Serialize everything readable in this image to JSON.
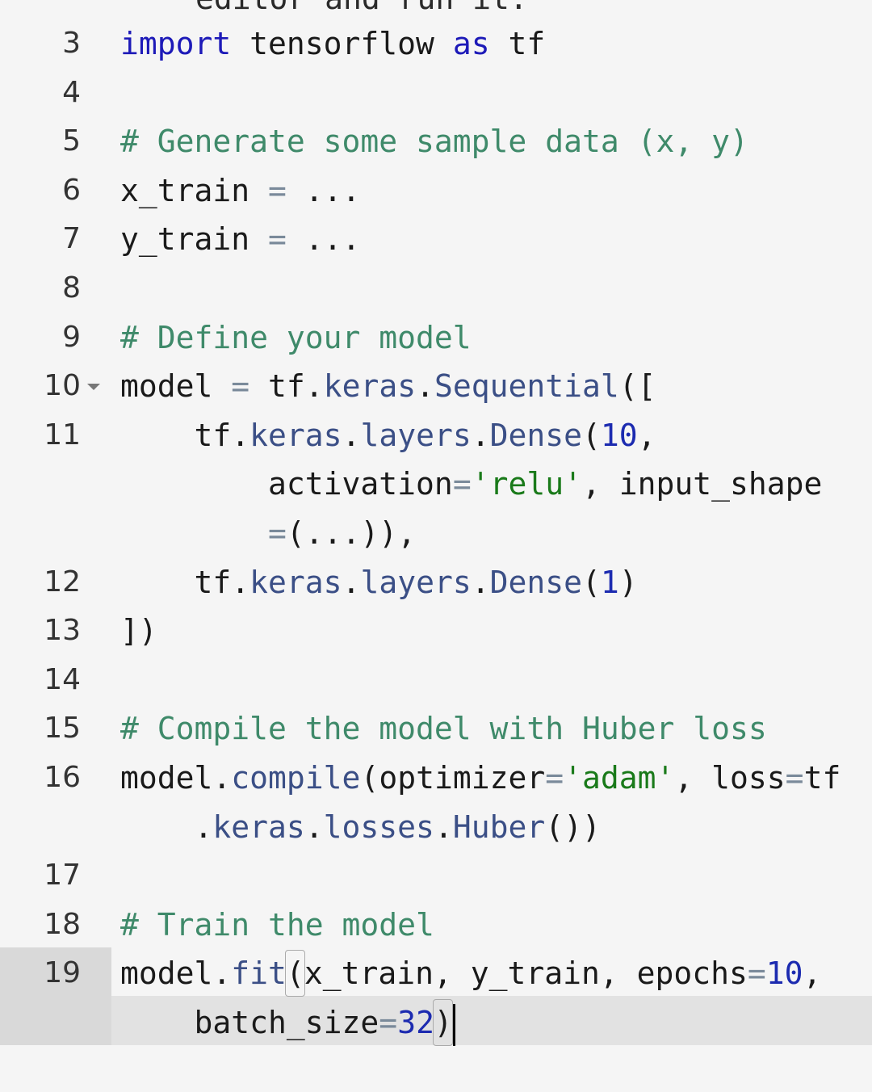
{
  "editor": {
    "clipped_top_text": "editor and run it.",
    "lines": [
      {
        "num": "3",
        "tokens": [
          {
            "t": "import",
            "c": "kw"
          },
          {
            "t": " tensorflow ",
            "c": ""
          },
          {
            "t": "as",
            "c": "kw"
          },
          {
            "t": " tf",
            "c": ""
          }
        ]
      },
      {
        "num": "4",
        "tokens": []
      },
      {
        "num": "5",
        "tokens": [
          {
            "t": "# Generate some sample data (x, y)",
            "c": "cm"
          }
        ]
      },
      {
        "num": "6",
        "tokens": [
          {
            "t": "x_train ",
            "c": ""
          },
          {
            "t": "=",
            "c": "op"
          },
          {
            "t": " ...",
            "c": ""
          }
        ]
      },
      {
        "num": "7",
        "tokens": [
          {
            "t": "y_train ",
            "c": ""
          },
          {
            "t": "=",
            "c": "op"
          },
          {
            "t": " ...",
            "c": ""
          }
        ]
      },
      {
        "num": "8",
        "tokens": []
      },
      {
        "num": "9",
        "tokens": [
          {
            "t": "# Define your model",
            "c": "cm"
          }
        ]
      },
      {
        "num": "10",
        "fold": true,
        "tokens": [
          {
            "t": "model ",
            "c": ""
          },
          {
            "t": "=",
            "c": "op"
          },
          {
            "t": " tf.",
            "c": ""
          },
          {
            "t": "keras",
            "c": "attr"
          },
          {
            "t": ".",
            "c": ""
          },
          {
            "t": "Sequential",
            "c": "attr"
          },
          {
            "t": "([",
            "c": ""
          }
        ]
      },
      {
        "num": "11",
        "tokens": [
          {
            "t": "    tf.",
            "c": ""
          },
          {
            "t": "keras",
            "c": "attr"
          },
          {
            "t": ".",
            "c": ""
          },
          {
            "t": "layers",
            "c": "attr"
          },
          {
            "t": ".",
            "c": ""
          },
          {
            "t": "Dense",
            "c": "attr"
          },
          {
            "t": "(",
            "c": ""
          },
          {
            "t": "10",
            "c": "num"
          },
          {
            "t": ",",
            "c": ""
          }
        ]
      },
      {
        "num": "",
        "tokens": [
          {
            "t": "        activation",
            "c": ""
          },
          {
            "t": "=",
            "c": "op"
          },
          {
            "t": "'relu'",
            "c": "str"
          },
          {
            "t": ", input_shape",
            "c": ""
          }
        ]
      },
      {
        "num": "",
        "tokens": [
          {
            "t": "        ",
            "c": ""
          },
          {
            "t": "=",
            "c": "op"
          },
          {
            "t": "(...)),",
            "c": ""
          }
        ]
      },
      {
        "num": "12",
        "tokens": [
          {
            "t": "    tf.",
            "c": ""
          },
          {
            "t": "keras",
            "c": "attr"
          },
          {
            "t": ".",
            "c": ""
          },
          {
            "t": "layers",
            "c": "attr"
          },
          {
            "t": ".",
            "c": ""
          },
          {
            "t": "Dense",
            "c": "attr"
          },
          {
            "t": "(",
            "c": ""
          },
          {
            "t": "1",
            "c": "num"
          },
          {
            "t": ")",
            "c": ""
          }
        ]
      },
      {
        "num": "13",
        "tokens": [
          {
            "t": "])",
            "c": ""
          }
        ]
      },
      {
        "num": "14",
        "tokens": []
      },
      {
        "num": "15",
        "tokens": [
          {
            "t": "# Compile the model with Huber loss",
            "c": "cm"
          }
        ]
      },
      {
        "num": "16",
        "tokens": [
          {
            "t": "model.",
            "c": ""
          },
          {
            "t": "compile",
            "c": "attr"
          },
          {
            "t": "(optimizer",
            "c": ""
          },
          {
            "t": "=",
            "c": "op"
          },
          {
            "t": "'adam'",
            "c": "str"
          },
          {
            "t": ", loss",
            "c": ""
          },
          {
            "t": "=",
            "c": "op"
          },
          {
            "t": "tf",
            "c": ""
          }
        ]
      },
      {
        "num": "",
        "tokens": [
          {
            "t": "    .",
            "c": ""
          },
          {
            "t": "keras",
            "c": "attr"
          },
          {
            "t": ".",
            "c": ""
          },
          {
            "t": "losses",
            "c": "attr"
          },
          {
            "t": ".",
            "c": ""
          },
          {
            "t": "Huber",
            "c": "attr"
          },
          {
            "t": "())",
            "c": ""
          }
        ]
      },
      {
        "num": "17",
        "tokens": []
      },
      {
        "num": "18",
        "tokens": [
          {
            "t": "# Train the model",
            "c": "cm"
          }
        ]
      },
      {
        "num": "19",
        "tokens": [
          {
            "t": "model.",
            "c": ""
          },
          {
            "t": "fit",
            "c": "attr"
          },
          {
            "t": "(",
            "c": "",
            "match": true
          },
          {
            "t": "x_train, y_train, epochs",
            "c": ""
          },
          {
            "t": "=",
            "c": "op"
          },
          {
            "t": "10",
            "c": "num"
          },
          {
            "t": ",",
            "c": ""
          }
        ]
      },
      {
        "num": "",
        "tokens": [
          {
            "t": "    batch_size",
            "c": ""
          },
          {
            "t": "=",
            "c": "op"
          },
          {
            "t": "32",
            "c": "num"
          },
          {
            "t": ")",
            "c": "",
            "match": true,
            "cursor": true
          }
        ]
      }
    ]
  }
}
